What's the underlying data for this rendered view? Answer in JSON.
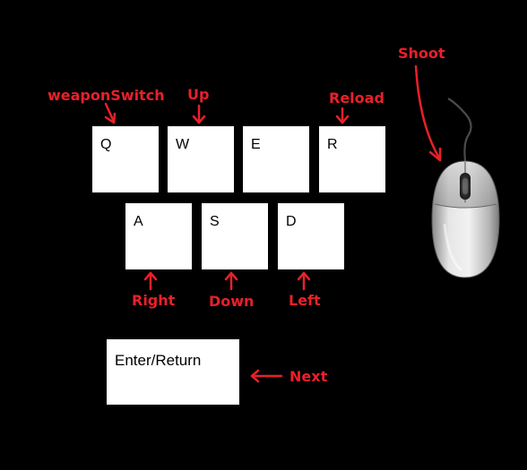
{
  "keys": {
    "q": "Q",
    "w": "W",
    "e": "E",
    "r": "R",
    "a": "A",
    "s": "S",
    "d": "D",
    "enter": "Enter/Return"
  },
  "callouts": {
    "weapon_switch": "weaponSwitch",
    "up": "Up",
    "reload": "Reload",
    "shoot": "Shoot",
    "right": "Right",
    "down": "Down",
    "left": "Left",
    "next": "Next"
  },
  "colors": {
    "background": "#000000",
    "key_fill": "#ffffff",
    "callout": "#e8202a"
  },
  "icons": {
    "mouse": "computer-mouse-icon"
  }
}
